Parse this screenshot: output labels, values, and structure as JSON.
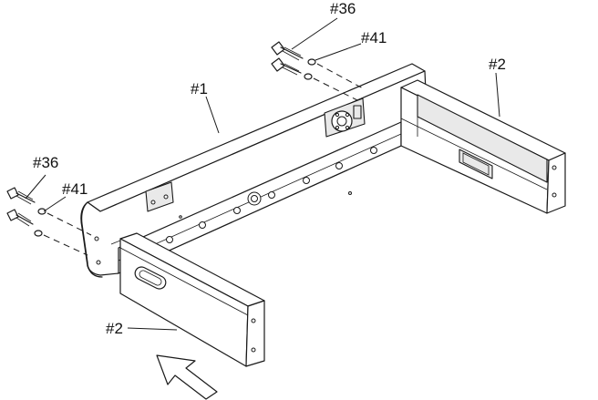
{
  "labels": {
    "top_screw": "#36",
    "top_washer": "#41",
    "main_panel": "#1",
    "right_leg": "#2",
    "left_screw": "#36",
    "left_washer": "#41",
    "front_leg": "#2"
  }
}
